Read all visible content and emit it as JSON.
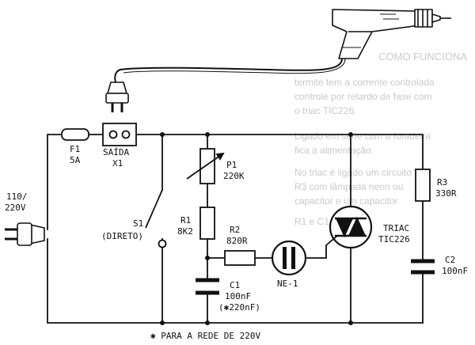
{
  "labels": {
    "f1_name": "F1",
    "f1_value": "5A",
    "out_name": "SAÍDA",
    "out_id": "X1",
    "mains_1": "110/",
    "mains_2": "220V",
    "s1_name": "S1",
    "s1_desc": "(DIRETO)",
    "p1_name": "P1",
    "p1_value": "220K",
    "r1_name": "R1",
    "r1_value": "8K2",
    "r2_name": "R2",
    "r2_value": "820R",
    "c1_name": "C1",
    "c1_value": "100nF",
    "c1_alt": "(✱220nF)",
    "ne_name": "NE-1",
    "triac_name": "TRIAC",
    "triac_part": "TIC226",
    "r3_name": "R3",
    "r3_value": "330R",
    "c2_name": "C2",
    "c2_value": "100nF",
    "footnote": "✱ PARA A REDE DE 220V"
  },
  "background_text": {
    "heading": "COMO FUNCIONA",
    "lines": [
      "termite tem a corrente controlada",
      "controle por retardo de fase com",
      "o triac TIC226.",
      "Ligado em série com a furadeira",
      "fica a alimentação.",
      "No triac é ligado um circuito",
      "R3 com lâmpada neon ou",
      "capacitor e um capacitor",
      "R1 e C1."
    ]
  }
}
